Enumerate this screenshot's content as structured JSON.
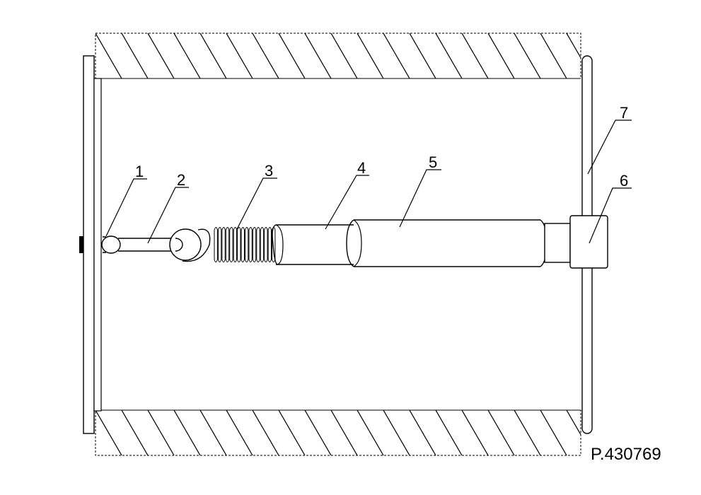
{
  "labels": {
    "part_1": "1",
    "part_2": "2",
    "part_3": "3",
    "part_4": "4",
    "part_5": "5",
    "part_6": "6",
    "part_7": "7"
  },
  "reference": "P.430769",
  "colors": {
    "line": "#000000",
    "background": "#ffffff"
  }
}
